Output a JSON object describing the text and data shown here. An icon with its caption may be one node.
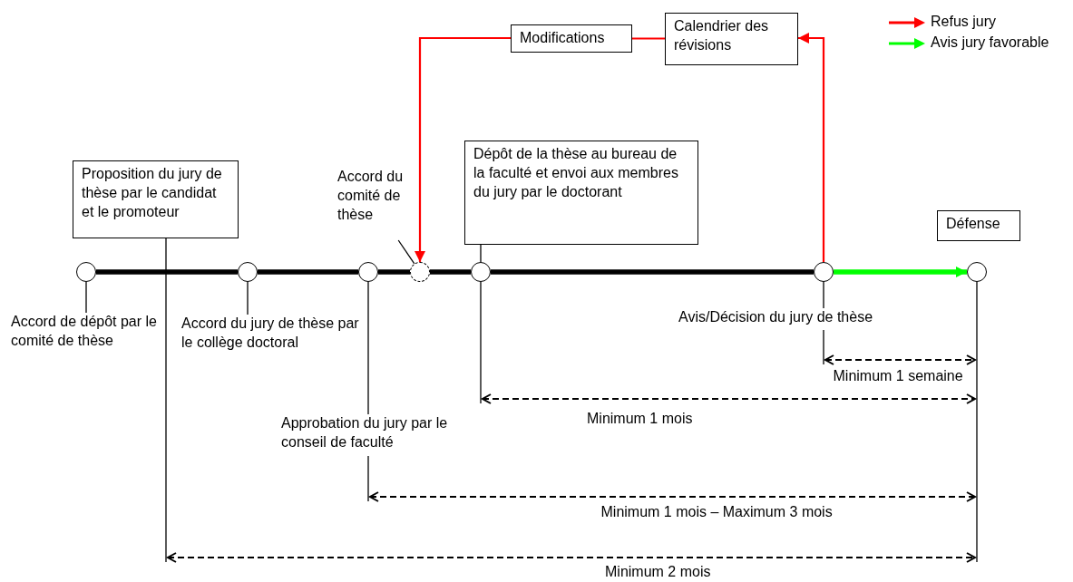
{
  "diagram": {
    "nodes": [
      {
        "text": [
          "Modifications"
        ]
      },
      {
        "text": [
          "Calendrier des révisions"
        ]
      },
      {
        "text": [
          "Dépôt de la thèse au bureau de la faculté et envoi aux membres du jury par le doctorant"
        ]
      },
      {
        "text": [
          "Proposition du jury de thèse par le candidat et le promoteur"
        ]
      },
      {
        "text": [
          "Accord du comité de thèse"
        ]
      },
      {
        "text": [
          "Défense"
        ]
      },
      {
        "text": [],
        "shape": "circle"
      },
      {
        "text": [],
        "shape": "circle"
      },
      {
        "text": [],
        "shape": "circle"
      },
      {
        "text": [],
        "shape": "circle"
      },
      {
        "text": [],
        "shape": "circle"
      },
      {
        "text": [],
        "shape": "circle"
      },
      {
        "text": [],
        "shape": "circle"
      },
      {
        "text": [
          "Accord de dépôt par le comité de thèse"
        ]
      },
      {
        "text": [
          "Avis/Décision du jury de thèse"
        ]
      },
      {
        "text": [
          "Accord du jury de thèse par le collège doctoral"
        ]
      },
      {
        "text": [
          "Approbation du jury par le conseil de faculté"
        ]
      }
    ],
    "edges": [
      {
        "from": 6,
        "to": 7,
        "arrow": "none",
        "style": "thick"
      },
      {
        "from": 7,
        "to": 8,
        "arrow": "none",
        "style": "thick"
      },
      {
        "from": 8,
        "to": 9,
        "arrow": "none",
        "style": "thick"
      },
      {
        "from": 9,
        "to": 10,
        "arrow": "none",
        "style": "thick"
      },
      {
        "from": 10,
        "to": 11,
        "arrow": "none",
        "style": "thick"
      },
      {
        "from": 11,
        "to": 12,
        "arrow": "to",
        "style": "thick",
        "color": "#00ff00"
      },
      {
        "from": 11,
        "to": 1,
        "arrow": "to",
        "color": "#ff0000"
      },
      {
        "from": 1,
        "to": 0,
        "arrow": "none",
        "color": "#ff0000"
      },
      {
        "from": 0,
        "to": 9,
        "arrow": "to",
        "color": "#ff0000"
      },
      {
        "from": 13,
        "to": 6,
        "arrow": "none"
      },
      {
        "from": 15,
        "to": 7,
        "arrow": "none"
      },
      {
        "from": 16,
        "to": 8,
        "arrow": "none"
      },
      {
        "from": 4,
        "to": 9,
        "arrow": "none"
      },
      {
        "from": 2,
        "to": 10,
        "arrow": "none"
      },
      {
        "from": 14,
        "to": 11,
        "arrow": "none"
      }
    ],
    "labels": [
      "Minimum 1 semaine",
      "Minimum 1 mois",
      "Minimum 1 mois – Maximum 3 mois",
      "Minimum 2 mois"
    ],
    "legend": [
      {
        "text": "Refus jury",
        "color": "#ff0000"
      },
      {
        "text": "Avis jury favorable",
        "color": "#00ff00"
      }
    ]
  }
}
